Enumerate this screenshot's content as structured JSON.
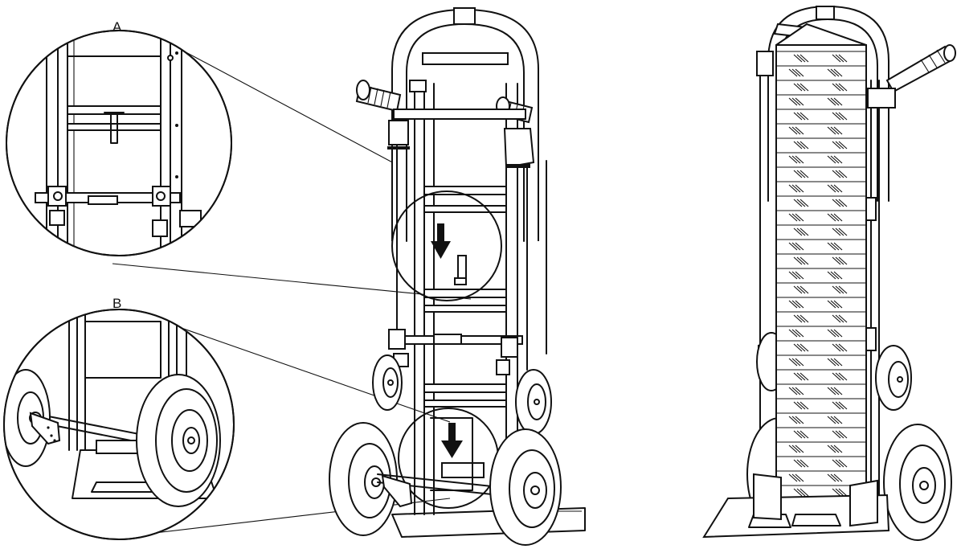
{
  "figure": {
    "callouts": [
      {
        "id": "A",
        "label": "A"
      },
      {
        "id": "B",
        "label": "B"
      }
    ]
  },
  "colors": {
    "line": "#111111",
    "background": "#ffffff",
    "arrow": "#111111"
  }
}
